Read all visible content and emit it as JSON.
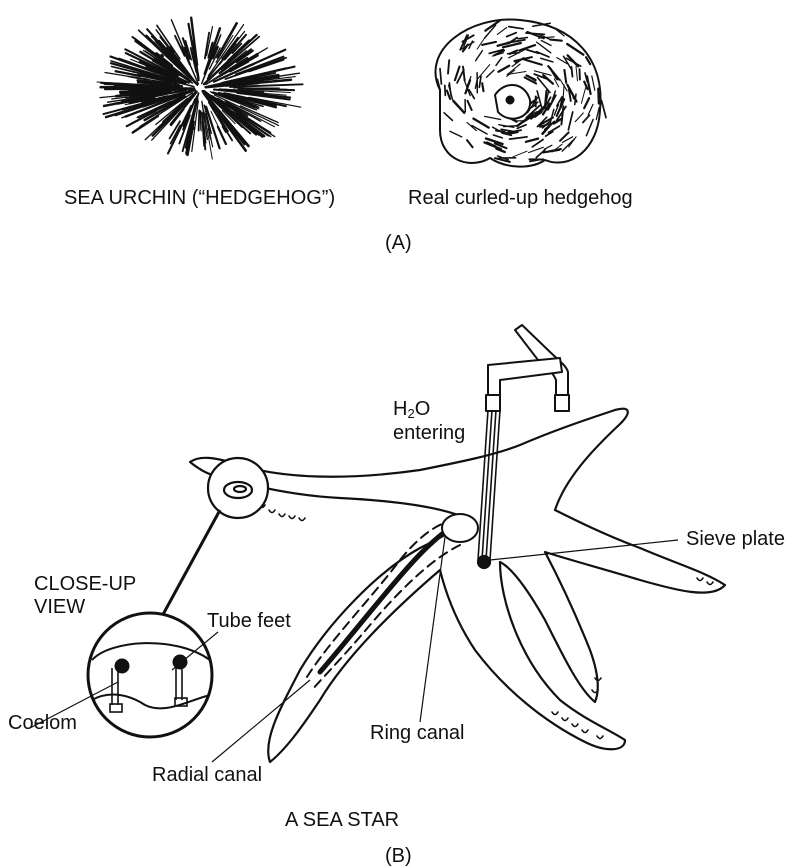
{
  "part_a": {
    "urchin_caption": "SEA URCHIN (“HEDGEHOG”)",
    "hedgehog_caption": "Real curled-up hedgehog",
    "panel_label": "(A)"
  },
  "part_b": {
    "water_label_line1_prefix": "H",
    "water_label_line1_sub": "2",
    "water_label_line1_suffix": "O",
    "water_label_line2": "entering",
    "closeup_line1": "CLOSE-UP",
    "closeup_line2": "VIEW",
    "tube_feet": "Tube feet",
    "coelom": "Coelom",
    "sieve_plate": "Sieve plate",
    "ring_canal": "Ring canal",
    "radial_canal": "Radial canal",
    "title": "A SEA STAR",
    "panel_label": "(B)"
  },
  "colors": {
    "ink": "#111111",
    "background": "#ffffff"
  }
}
